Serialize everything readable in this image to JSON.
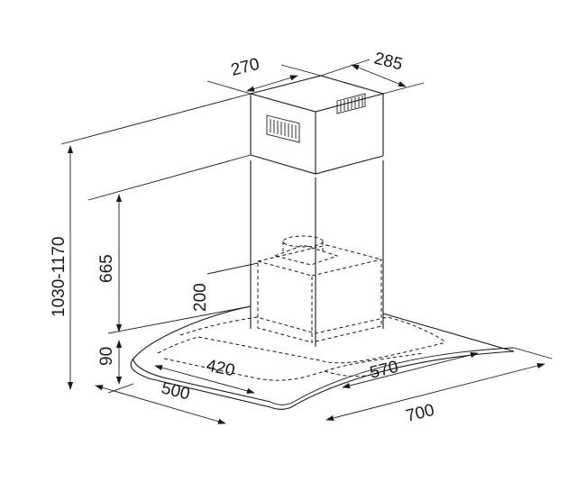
{
  "diagram": {
    "dimensions": {
      "chimney_depth": "270",
      "chimney_width": "285",
      "total_height": "1030-1170",
      "chimney_height": "665",
      "motor_height": "200",
      "canopy_height": "90",
      "glass_inner_depth": "420",
      "glass_inner_width": "570",
      "hood_depth": "500",
      "hood_width": "700"
    },
    "colors": {
      "line": "#1a1a1a",
      "background": "#ffffff"
    }
  }
}
